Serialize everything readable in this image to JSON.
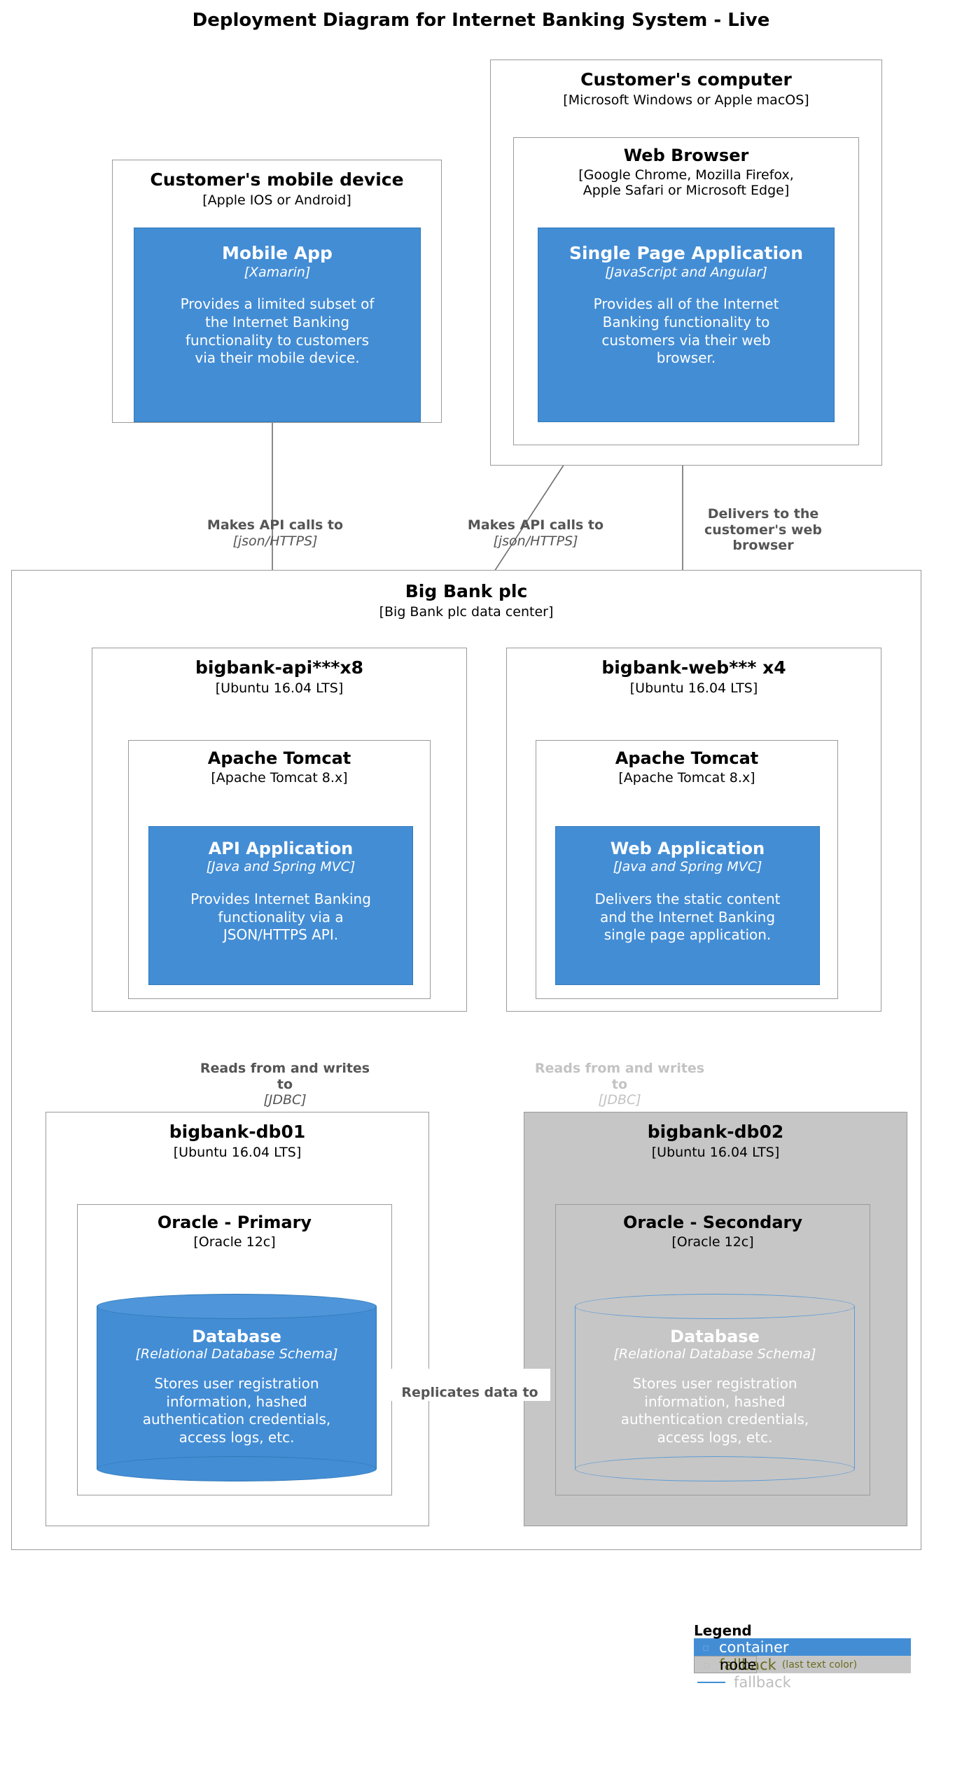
{
  "title": "Deployment Diagram for Internet Banking System - Live",
  "nodes": {
    "customer_mobile_device": {
      "name": "Customer's mobile device",
      "tech": "[Apple IOS or Android]"
    },
    "customer_computer": {
      "name": "Customer's computer",
      "tech": "[Microsoft Windows or Apple macOS]"
    },
    "web_browser": {
      "name": "Web Browser",
      "tech": "[Google Chrome, Mozilla Firefox,\nApple Safari or Microsoft Edge]"
    },
    "big_bank_plc": {
      "name": "Big Bank plc",
      "tech": "[Big Bank plc data center]"
    },
    "bigbank_api": {
      "name": "bigbank-api***x8",
      "tech": "[Ubuntu 16.04 LTS]"
    },
    "bigbank_web": {
      "name": "bigbank-web***      x4",
      "tech": "[Ubuntu 16.04 LTS]"
    },
    "tomcat_api": {
      "name": "Apache Tomcat",
      "tech": "[Apache Tomcat 8.x]"
    },
    "tomcat_web": {
      "name": "Apache Tomcat",
      "tech": "[Apache Tomcat 8.x]"
    },
    "bigbank_db01": {
      "name": "bigbank-db01",
      "tech": "[Ubuntu 16.04 LTS]"
    },
    "bigbank_db02": {
      "name": "bigbank-db02",
      "tech": "[Ubuntu 16.04 LTS]"
    },
    "oracle_primary": {
      "name": "Oracle - Primary",
      "tech": "[Oracle 12c]"
    },
    "oracle_secondary": {
      "name": "Oracle - Secondary",
      "tech": "[Oracle 12c]"
    }
  },
  "containers": {
    "mobile_app": {
      "name": "Mobile App",
      "tech": "[Xamarin]",
      "description": "Provides a limited subset of\nthe Internet Banking\nfunctionality to customers\nvia their mobile device."
    },
    "single_page_application": {
      "name": "Single Page Application",
      "tech": "[JavaScript and Angular]",
      "description": "Provides all of the Internet\nBanking functionality to\ncustomers via their web\nbrowser."
    },
    "api_application": {
      "name": "API Application",
      "tech": "[Java and Spring MVC]",
      "description": "Provides Internet Banking\nfunctionality via a\nJSON/HTTPS API."
    },
    "web_application": {
      "name": "Web Application",
      "tech": "[Java and Spring MVC]",
      "description": "Delivers the static content\nand the Internet Banking\nsingle page application."
    },
    "database_primary": {
      "name": "Database",
      "tech": "[Relational Database Schema]",
      "description": "Stores user registration\ninformation, hashed\nauthentication credentials,\naccess logs, etc."
    },
    "database_secondary": {
      "name": "Database",
      "tech": "[Relational Database Schema]",
      "description": "Stores user registration\ninformation, hashed\nauthentication credentials,\naccess logs, etc."
    }
  },
  "relationships": {
    "mobile_to_api": {
      "label": "Makes API calls to",
      "tech": "[json/HTTPS]"
    },
    "spa_to_api": {
      "label": "Makes API calls to",
      "tech": "[json/HTTPS]"
    },
    "web_to_browser": {
      "label": "Delivers to the\ncustomer's web\nbrowser",
      "tech": ""
    },
    "api_to_db01": {
      "label": "Reads from and writes\nto",
      "tech": "[JDBC]"
    },
    "api_to_db02": {
      "label": "Reads from and writes\nto",
      "tech": "[JDBC]"
    },
    "db01_to_db02": {
      "label": "Replicates data to",
      "tech": ""
    }
  },
  "legend": {
    "title": "Legend",
    "items": [
      {
        "key": "container",
        "label": "container",
        "note": "",
        "swatch": "box-icon"
      },
      {
        "key": "node",
        "label": "node",
        "note": "",
        "swatch": "box-icon"
      },
      {
        "key": "fallback_fill",
        "label": "fallback",
        "note": "(last text color)",
        "swatch": "none"
      },
      {
        "key": "fallback_line",
        "label": "fallback",
        "note": "",
        "swatch": "line-icon"
      }
    ]
  },
  "colors": {
    "container_blue": "#438DD5",
    "node_border": "#9A9A9A",
    "fallback_gray": "#C6C6C6",
    "edge_gray": "#555555",
    "edge_faded": "#C3C3C3",
    "relationship_blue": "#3F8FD2",
    "fallback_text_olive": "#6B6B1F"
  }
}
